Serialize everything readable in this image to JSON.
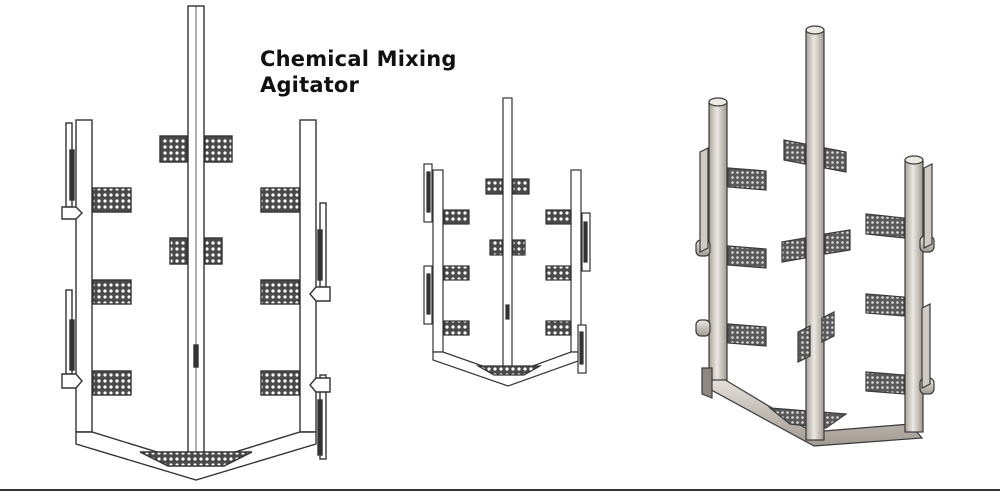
{
  "title": {
    "line1": "Chemical Mixing",
    "line2": "Agitator"
  },
  "views": [
    {
      "name": "front-view",
      "style": "outline"
    },
    {
      "name": "small-view",
      "style": "outline"
    },
    {
      "name": "iso-view",
      "style": "shaded"
    }
  ],
  "colors": {
    "background": "#ffffff",
    "line": "#333333",
    "pipe": "#d9d4cd",
    "pipe_shade": "#a9a39b",
    "paddle": "#555555"
  }
}
